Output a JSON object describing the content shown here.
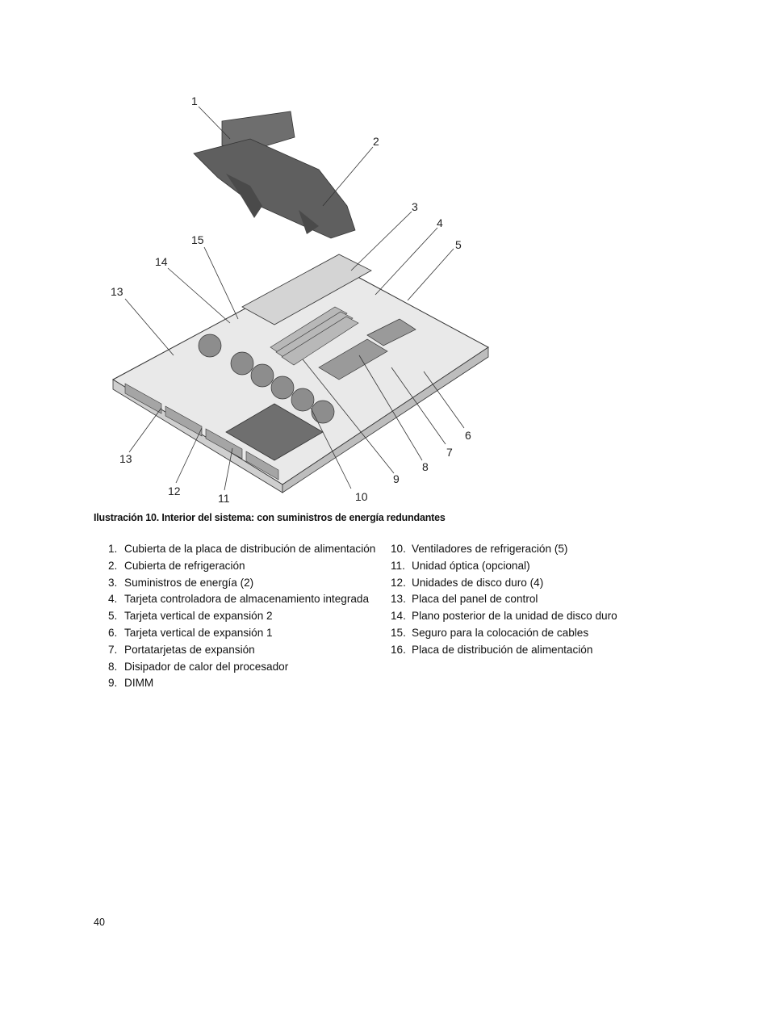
{
  "figure": {
    "callouts": [
      "1",
      "2",
      "3",
      "4",
      "5",
      "6",
      "7",
      "8",
      "9",
      "10",
      "11",
      "12",
      "13",
      "13",
      "14",
      "15"
    ]
  },
  "caption": "Ilustración 10. Interior del sistema: con suministros de energía redundantes",
  "legend_left": [
    {
      "num": "1.",
      "text": "Cubierta de la placa de distribución de alimentación"
    },
    {
      "num": "2.",
      "text": "Cubierta de refrigeración"
    },
    {
      "num": "3.",
      "text": "Suministros de energía (2)"
    },
    {
      "num": "4.",
      "text": "Tarjeta controladora de almacenamiento integrada"
    },
    {
      "num": "5.",
      "text": "Tarjeta vertical de expansión 2"
    },
    {
      "num": "6.",
      "text": "Tarjeta vertical de expansión 1"
    },
    {
      "num": "7.",
      "text": "Portatarjetas de expansión"
    },
    {
      "num": "8.",
      "text": "Disipador de calor del procesador"
    },
    {
      "num": "9.",
      "text": "DIMM"
    }
  ],
  "legend_right": [
    {
      "num": "10.",
      "text": "Ventiladores de refrigeración (5)"
    },
    {
      "num": "11.",
      "text": "Unidad óptica (opcional)"
    },
    {
      "num": "12.",
      "text": "Unidades de disco duro (4)"
    },
    {
      "num": "13.",
      "text": "Placa del panel de control"
    },
    {
      "num": "14.",
      "text": "Plano posterior de la unidad de disco duro"
    },
    {
      "num": "15.",
      "text": "Seguro para la colocación de cables"
    },
    {
      "num": "16.",
      "text": "Placa de distribución de alimentación"
    }
  ],
  "page_number": "40"
}
